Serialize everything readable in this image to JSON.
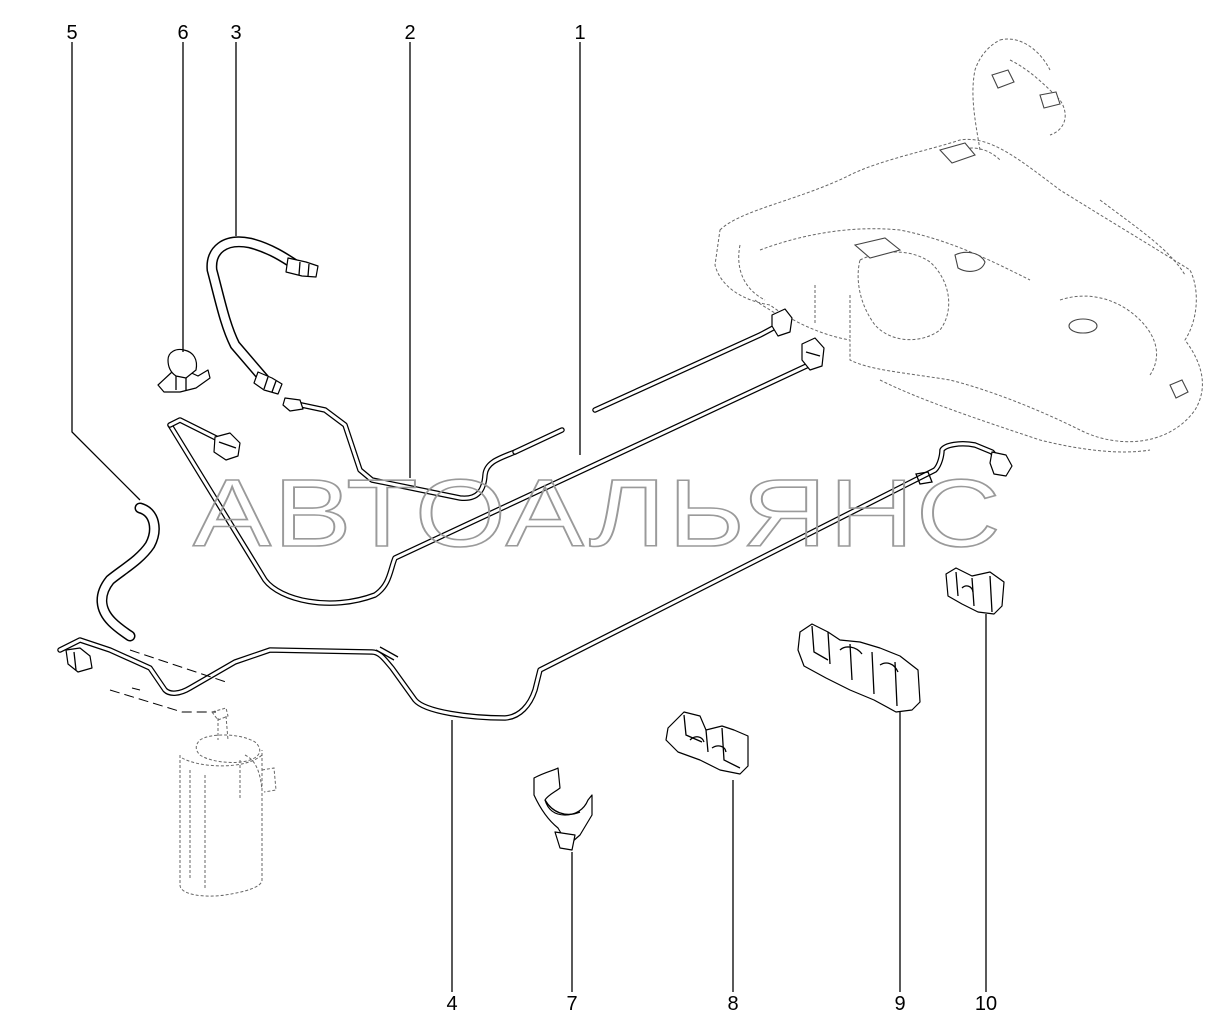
{
  "watermark": "АВТОАЛЬЯНС",
  "callouts": [
    "1",
    "2",
    "3",
    "4",
    "5",
    "6",
    "7",
    "8",
    "9",
    "10"
  ]
}
